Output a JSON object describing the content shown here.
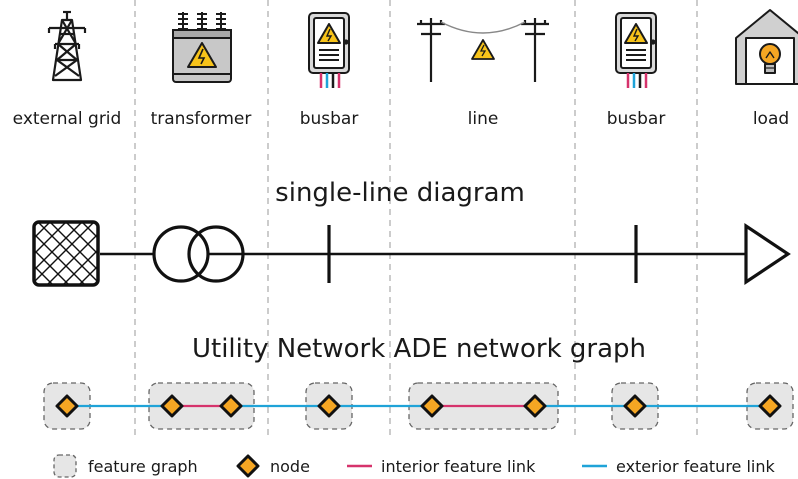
{
  "components": [
    {
      "label": "external grid",
      "icon": "transmission-tower-icon"
    },
    {
      "label": "transformer",
      "icon": "transformer-icon"
    },
    {
      "label": "busbar",
      "icon": "electrical-cabinet-icon"
    },
    {
      "label": "line",
      "icon": "power-line-poles-icon"
    },
    {
      "label": "busbar",
      "icon": "electrical-cabinet-icon"
    },
    {
      "label": "load",
      "icon": "house-lightbulb-icon"
    }
  ],
  "single_line": {
    "title": "single-line diagram"
  },
  "network_graph": {
    "title": "Utility Network ADE network graph"
  },
  "legend": {
    "feature_graph": "feature graph",
    "node": "node",
    "interior_link": "interior feature link",
    "exterior_link": "exterior feature link"
  },
  "colors": {
    "interior_link": "#d6336c",
    "exterior_link": "#1fa3d8",
    "node_fill": "#f5a623",
    "feature_graph_fill": "#e6e6e6",
    "warning_yellow": "#f7c31a",
    "transformer_body": "#c8c8c8"
  }
}
